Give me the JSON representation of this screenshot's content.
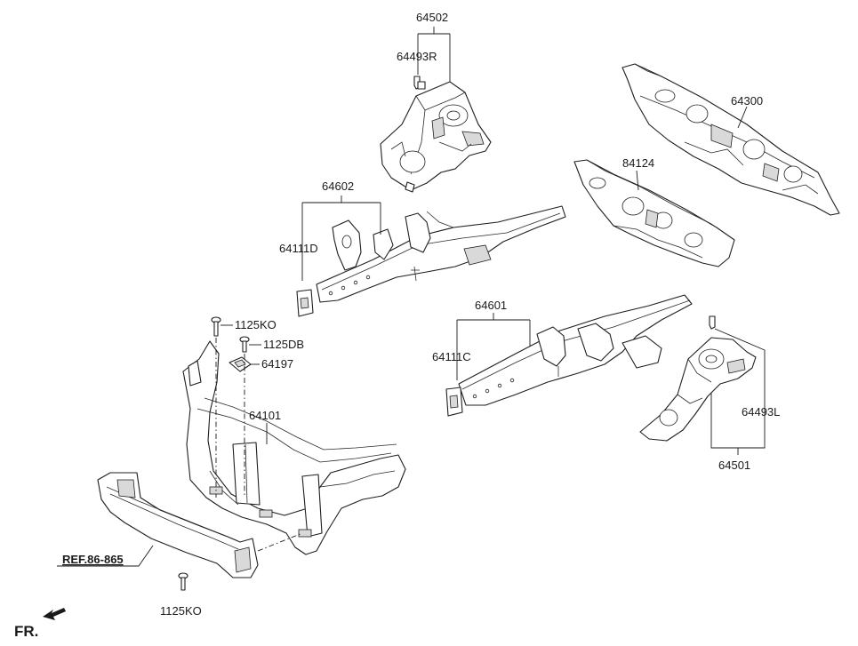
{
  "labels": {
    "p64502": "64502",
    "p64493R": "64493R",
    "p64300": "64300",
    "p84124": "84124",
    "p64602": "64602",
    "p64111D": "64111D",
    "p1125KO_top": "1125KO",
    "p1125DB": "1125DB",
    "p64197": "64197",
    "p64101": "64101",
    "p64601": "64601",
    "p64111C": "64111C",
    "p64493L": "64493L",
    "p64501": "64501",
    "ref": "REF.86-865",
    "p1125KO_bottom": "1125KO",
    "fr": "FR."
  }
}
